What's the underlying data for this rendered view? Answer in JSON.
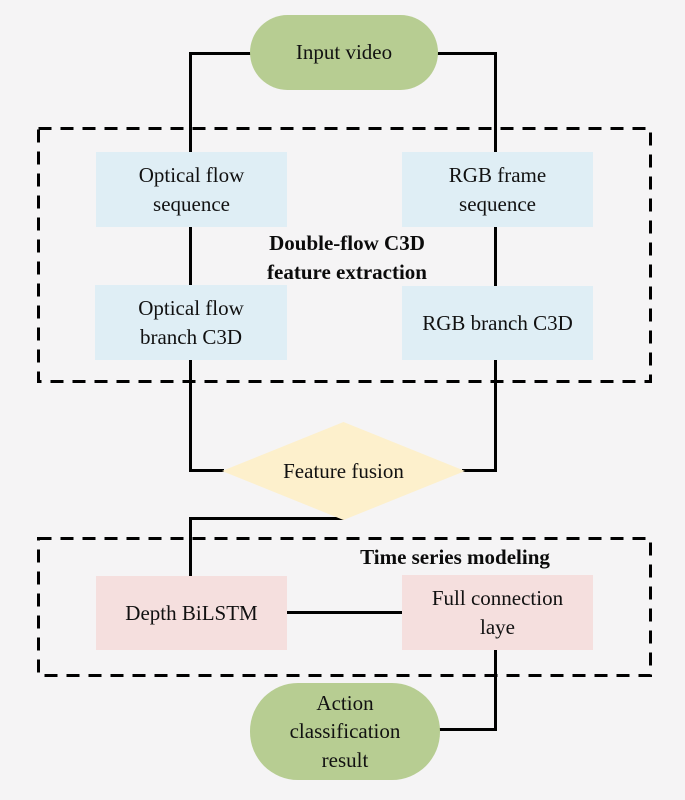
{
  "figure": {
    "type": "flowchart",
    "description": "Double-flow C3D with BiLSTM action recognition pipeline"
  },
  "palette": {
    "background": "#f5f4f5",
    "line": "#000000",
    "terminal_fill": "#b7cd92",
    "process_fill": "#dfeef5",
    "fusion_fill": "#fdf0cc",
    "modeling_fill": "#f5dfde"
  },
  "nodes": {
    "input_video": {
      "label": "Input video",
      "shape": "rounded-terminal"
    },
    "optical_flow_sequence": {
      "label": "Optical flow sequence",
      "shape": "process"
    },
    "rgb_frame_sequence": {
      "label": "RGB frame sequence",
      "shape": "process"
    },
    "optical_flow_branch": {
      "label": "Optical flow branch C3D",
      "shape": "process"
    },
    "rgb_branch": {
      "label": "RGB branch C3D",
      "shape": "process"
    },
    "feature_fusion": {
      "label": "Feature fusion",
      "shape": "diamond"
    },
    "depth_bilstm": {
      "label": "Depth BiLSTM",
      "shape": "process"
    },
    "full_connection": {
      "label": "Full connection laye",
      "shape": "process"
    },
    "action_result": {
      "label": "Action classification result",
      "shape": "rounded-terminal"
    }
  },
  "sections": {
    "c3d": {
      "title": "Double-flow C3D feature extraction"
    },
    "time_series": {
      "title": "Time series modeling"
    }
  }
}
